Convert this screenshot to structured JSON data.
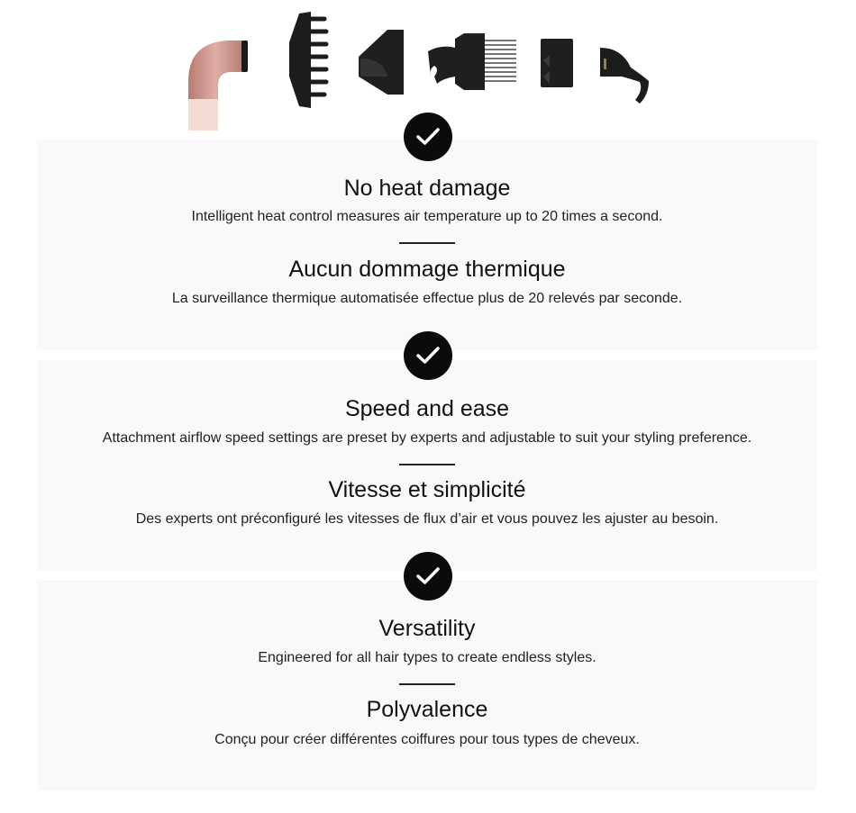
{
  "colors": {
    "panel": "#f9f9f9",
    "check": "#0b0b0b",
    "rose": "#c9928a",
    "blush": "#f3ddd3"
  },
  "features": [
    {
      "title_en": "No heat damage",
      "desc_en": "Intelligent heat control measures air temperature up to 20 times a second.",
      "title_fr": "Aucun dommage thermique",
      "desc_fr": "La surveillance thermique automatisée effectue plus de 20 relevés par seconde."
    },
    {
      "title_en": "Speed and ease",
      "desc_en": "Attachment airflow speed settings are preset by experts and adjustable to suit your styling preference.",
      "title_fr": "Vitesse et simplicité",
      "desc_fr": "Des experts ont préconfiguré les vitesses de flux d’air et vous pouvez les ajuster au besoin."
    },
    {
      "title_en": "Versatility",
      "desc_en": "Engineered for all hair types to create endless styles.",
      "title_fr": "Polyvalence",
      "desc_fr": "Conçu pour créer différentes coiffures pour tous types de cheveux."
    }
  ]
}
